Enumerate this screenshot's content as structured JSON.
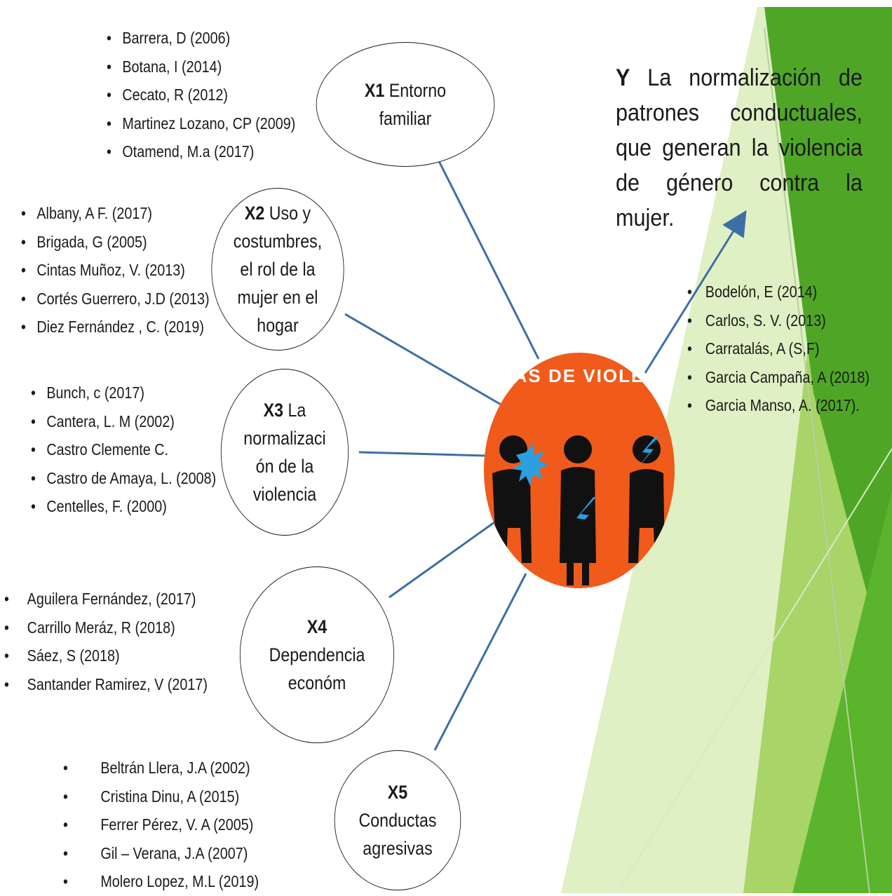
{
  "outcome": {
    "letter": "Y",
    "text": " La normalización de patrones conductuales, que generan la violencia de género contra la mujer."
  },
  "center": {
    "banner": "AS DE VIOLE",
    "icons": [
      "figure-burst-icon",
      "figure-woman-lightning-icon",
      "figure-lightning-icon"
    ]
  },
  "variables": [
    {
      "code": "X1",
      "label_lines": [
        "Entorno",
        "familiar"
      ]
    },
    {
      "code": "X2",
      "label_lines": [
        "Uso y",
        "costumbres,",
        "el rol de la",
        "mujer en el",
        "hogar"
      ]
    },
    {
      "code": "X3",
      "label_lines": [
        "La",
        "normalizaci",
        "ón de la",
        "violencia"
      ]
    },
    {
      "code": "X4",
      "label_lines": [
        "Dependencia",
        "económ"
      ]
    },
    {
      "code": "X5",
      "label_lines": [
        "Conductas",
        "agresivas"
      ]
    }
  ],
  "references": {
    "x1": [
      "Barrera, D (2006)",
      "Botana, I (2014)",
      "Cecato, R (2012)",
      "Martinez Lozano, CP (2009)",
      "Otamend, M.a (2017)"
    ],
    "x2": [
      "Albany, A F. (2017)",
      "Brigada, G (2005)",
      "Cintas Muñoz, V. (2013)",
      "Cortés Guerrero, J.D (2013)",
      "Diez Fernández , C. (2019)"
    ],
    "x3": [
      "Bunch, c (2017)",
      "Cantera, L. M (2002)",
      "Castro Clemente C.",
      "Castro de Amaya, L. (2008)",
      "Centelles, F. (2000)"
    ],
    "x4": [
      "Aguilera Fernández, (2017)",
      "Carrillo Meráz, R (2018)",
      "Sáez, S (2018)",
      "Santander Ramirez, V (2017)"
    ],
    "x5": [
      "Beltrán Llera, J.A (2002)",
      "Cristina Dinu, A (2015)",
      "Ferrer Pérez, V. A (2005)",
      "Gil – Verana, J.A (2007)",
      "Molero Lopez, M.L (2019)"
    ],
    "y": [
      "Bodelón, E (2014)",
      "Carlos, S. V. (2013)",
      "Carratalás, A (S,F)",
      "Garcia Campaña, A (2018)",
      "Garcia Manso, A. (2017)."
    ]
  },
  "colors": {
    "connector": "#3d6fa6",
    "center_fill": "#f05a1a",
    "figure": "#111111",
    "burst": "#2aa0e0",
    "theme_green_dark": "#3f9b1e",
    "theme_green_mid": "#8cc63f",
    "theme_green_light": "#c9e59a"
  }
}
